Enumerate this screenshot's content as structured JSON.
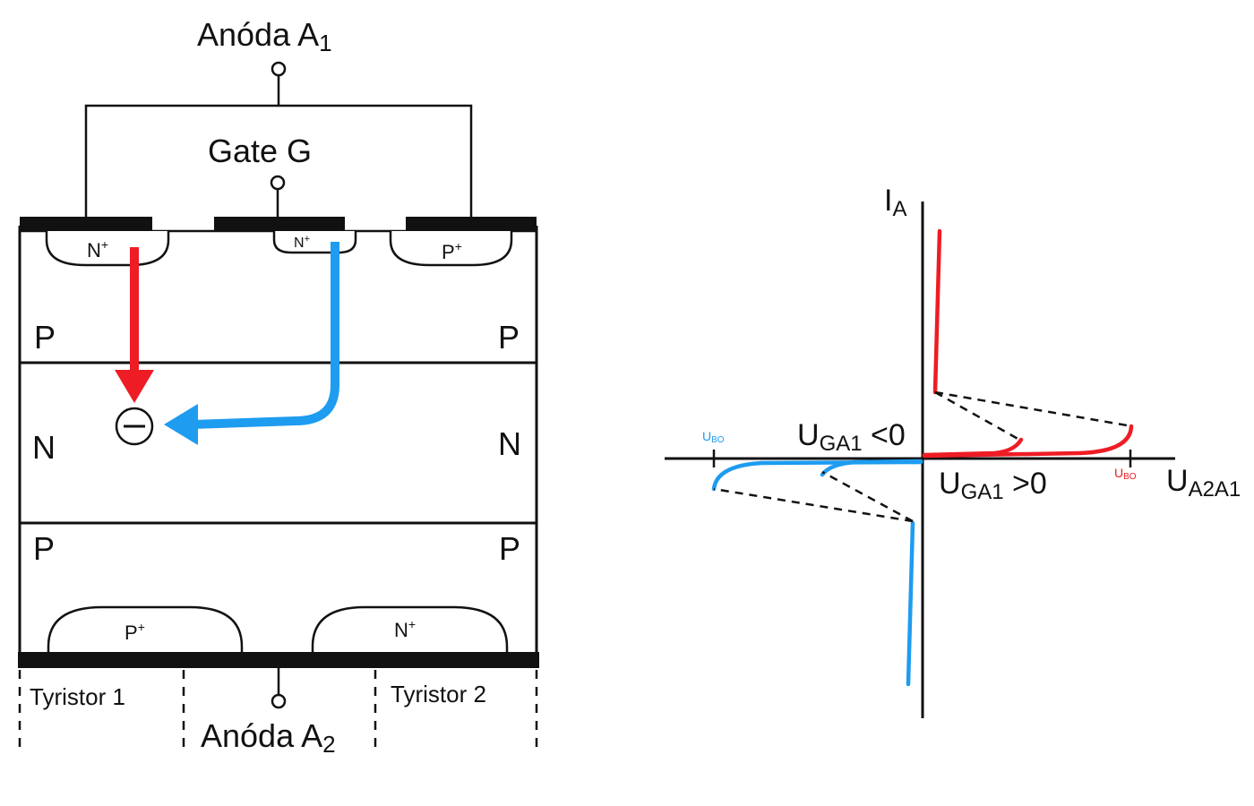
{
  "colors": {
    "red": "#ee1c24",
    "blue": "#1e9cf0",
    "black": "#111111"
  },
  "device": {
    "anode1": {
      "name": "Anóda A",
      "sub": "1"
    },
    "gate": "Gate G",
    "anode2": {
      "name": "Anóda A",
      "sub": "2"
    },
    "top_regions": [
      {
        "base": "N",
        "sup": "+"
      },
      {
        "base": "N",
        "sup": "+"
      },
      {
        "base": "P",
        "sup": "+"
      }
    ],
    "bottom_regions": [
      {
        "base": "P",
        "sup": "+"
      },
      {
        "base": "N",
        "sup": "+"
      }
    ],
    "layers": [
      "P",
      "N",
      "P"
    ],
    "electron_symbol": "⊖",
    "tyristor1": "Tyristor 1",
    "tyristor2": "Tyristor 2"
  },
  "characteristic": {
    "y_axis": {
      "name": "I",
      "sub": "A"
    },
    "x_axis": {
      "name": "U",
      "sub": "A2A1"
    },
    "neg_label": {
      "name": "U",
      "sub": "GA1",
      "rest": " <0"
    },
    "pos_label": {
      "name": "U",
      "sub": "GA1",
      "rest": " >0"
    },
    "ubo_pos": "U",
    "ubo_pos_sub": "BO",
    "ubo_neg": "U",
    "ubo_neg_sub": "BO"
  }
}
